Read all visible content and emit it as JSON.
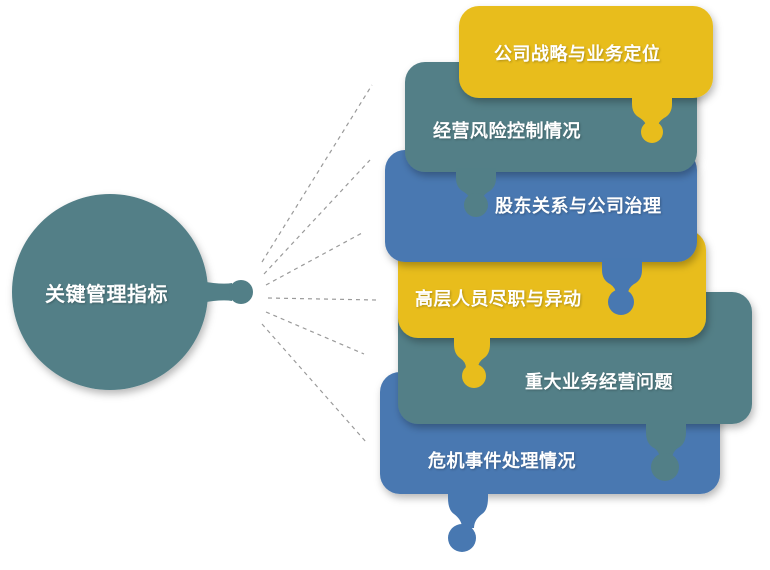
{
  "hub": {
    "label": "关键管理指标",
    "color": "#527f87"
  },
  "items": [
    {
      "label": "公司战略与业务定位",
      "color": "#e8bd1c"
    },
    {
      "label": "经营风险控制情况",
      "color": "#527f87"
    },
    {
      "label": "股东关系与公司治理",
      "color": "#4878b1"
    },
    {
      "label": "高层人员尽职与异动",
      "color": "#e8bd1c"
    },
    {
      "label": "重大业务经营问题",
      "color": "#527f87"
    },
    {
      "label": "危机事件处理情况",
      "color": "#4878b1"
    }
  ]
}
